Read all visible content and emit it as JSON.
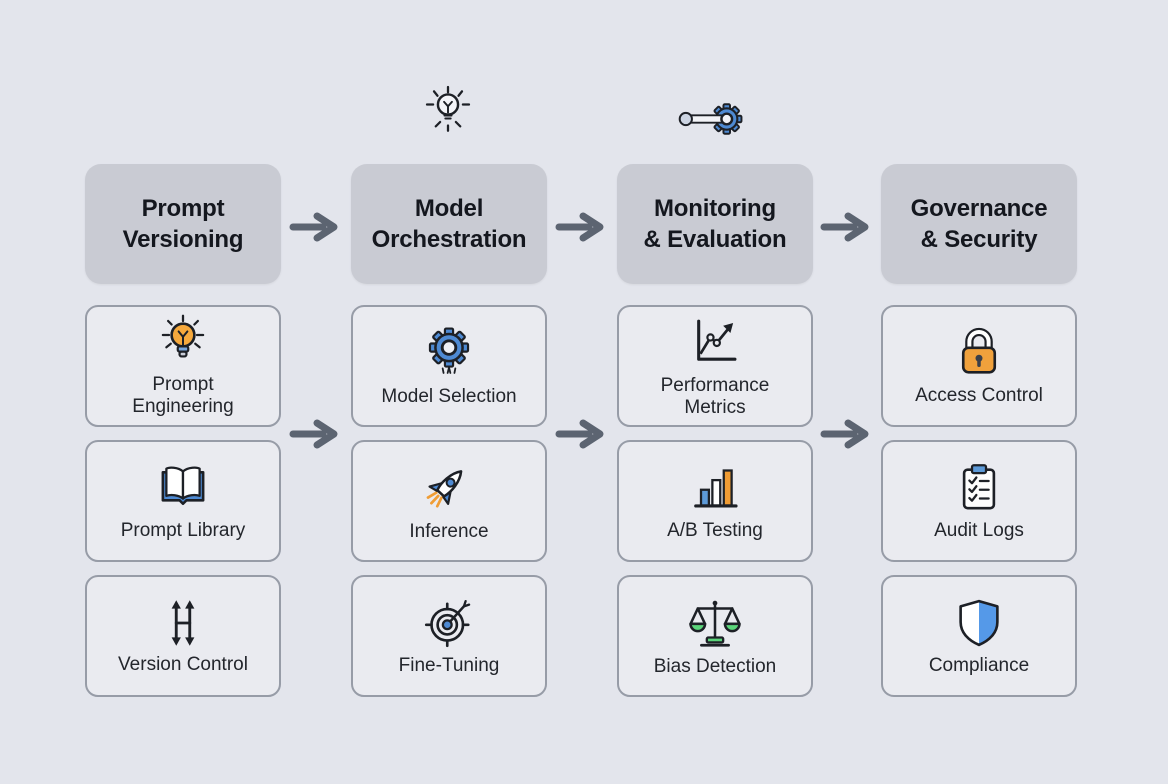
{
  "colors": {
    "background": "#e3e5ec",
    "header_bg": "#c9cbd3",
    "card_bg": "#eaebf0",
    "card_border": "#979ca7",
    "arrow": "#5c6471",
    "accent_blue": "#4e8ad3",
    "accent_orange": "#f0a13c",
    "accent_green": "#5bd57a",
    "text_dark": "#14171e"
  },
  "decorations": [
    {
      "name": "idea-bulb-icon"
    },
    {
      "name": "gear-lever-icon"
    }
  ],
  "columns": [
    {
      "header": "Prompt\nVersioning",
      "cards": [
        {
          "label": "Prompt Engineering",
          "icon": "lightbulb-icon"
        },
        {
          "label": "Prompt Library",
          "icon": "open-book-icon"
        },
        {
          "label": "Version Control",
          "icon": "version-arrows-icon"
        }
      ]
    },
    {
      "header": "Model\nOrchestration",
      "cards": [
        {
          "label": "Model Selection",
          "icon": "gear-icon"
        },
        {
          "label": "Inference",
          "icon": "rocket-icon"
        },
        {
          "label": "Fine-Tuning",
          "icon": "target-icon"
        }
      ]
    },
    {
      "header": "Monitoring\n& Evaluation",
      "cards": [
        {
          "label": "Performance Metrics",
          "icon": "line-chart-icon"
        },
        {
          "label": "A/B Testing",
          "icon": "bar-chart-icon"
        },
        {
          "label": "Bias Detection",
          "icon": "balance-scale-icon"
        }
      ]
    },
    {
      "header": "Governance\n& Security",
      "cards": [
        {
          "label": "Access Control",
          "icon": "padlock-icon"
        },
        {
          "label": "Audit Logs",
          "icon": "clipboard-icon"
        },
        {
          "label": "Compliance",
          "icon": "shield-icon"
        }
      ]
    }
  ]
}
